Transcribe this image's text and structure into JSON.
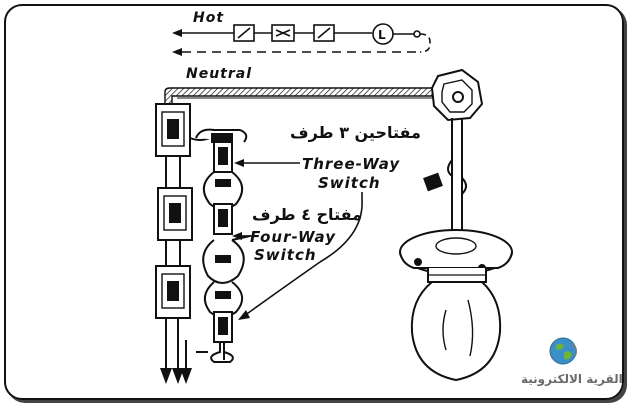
{
  "labels": {
    "hot": "Hot",
    "neutral": "Neutral",
    "three_way_arabic": "مفتاحين ٣ طرف",
    "three_way_line1": "Three-Way",
    "three_way_line2": "Switch",
    "four_way_arabic": "مفتاح ٤ طرف",
    "four_way_line1": "Four-Way",
    "four_way_line2": "Switch"
  },
  "logo": {
    "text": "القرية الالكترونية",
    "icon": "globe-logo-icon"
  },
  "colors": {
    "ink": "#111111",
    "logo_text": "#6b6b6b"
  }
}
